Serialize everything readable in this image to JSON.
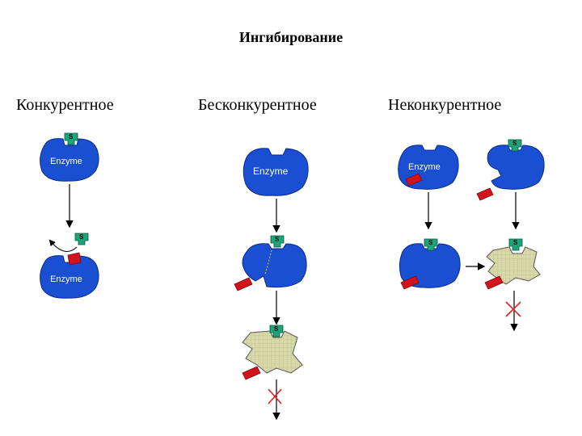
{
  "title": "Ингибирование",
  "columns": [
    {
      "label": "Конкурентное"
    },
    {
      "label": "Бесконкурентное"
    },
    {
      "label": "Неконкурентное"
    }
  ],
  "enzyme_label": "Enzyme",
  "substrate_label": "S",
  "colors": {
    "enzyme": "#1a4fd1",
    "enzyme_stroke": "#0a2a8a",
    "substrate": "#1fa37a",
    "inhibitor": "#d3121c",
    "denatured": "#d8d8a8",
    "block_mark": "#e02020"
  }
}
